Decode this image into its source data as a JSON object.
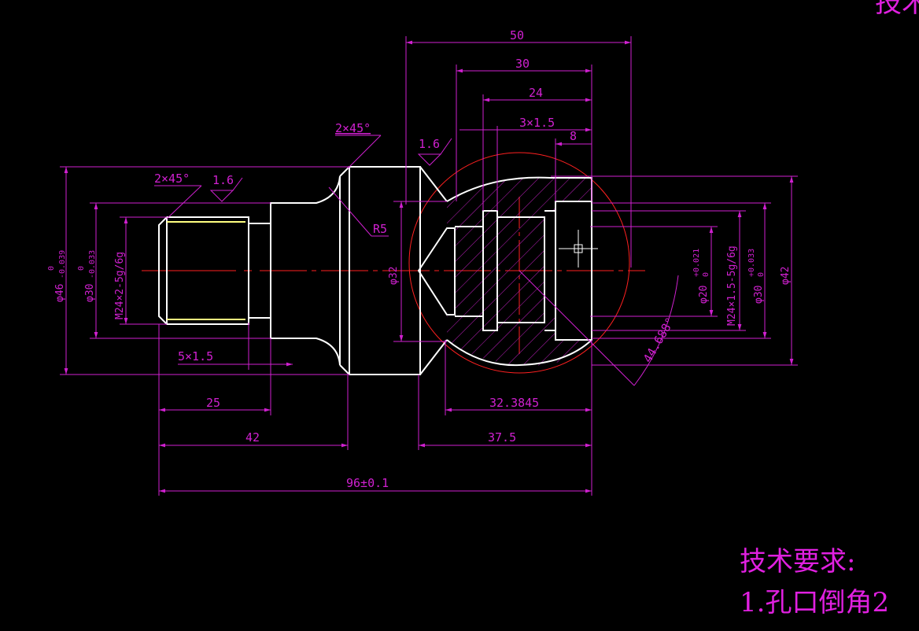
{
  "drawing": {
    "dimensions": {
      "d50": "50",
      "d30": "30",
      "d24": "24",
      "groove_right": "3×1.5",
      "d8": "8",
      "chamfer_top": "2×45°",
      "rough_top": "1.6",
      "chamfer_left": "2×45°",
      "rough_left": "1.6",
      "radius": "R5",
      "groove_left": "5×1.5",
      "d25": "25",
      "d42": "42",
      "d32_3845": "32.3845",
      "d37_5": "37.5",
      "total": "96±0.1",
      "angle": "44.688°",
      "dia46": "φ46",
      "dia46_tol_upper": "0",
      "dia46_tol_lower": "-0.039",
      "dia30_left": "φ30",
      "dia30_left_tol_upper": "0",
      "dia30_left_tol_lower": "-0.033",
      "thread_left": "M24×2-5g/6g",
      "dia32": "φ32",
      "dia20": "φ20",
      "dia20_tol_upper": "+0.021",
      "dia20_tol_lower": "0",
      "thread_right": "M24×1.5-5g/6g",
      "dia30_right": "φ30",
      "dia30_right_tol_upper": "+0.033",
      "dia30_right_tol_lower": "0",
      "dia42": "φ42"
    },
    "notes": {
      "heading": "技术要求:",
      "item1": "1.孔口倒角2"
    },
    "corner_text": "技术"
  },
  "colors": {
    "background": "#000000",
    "outline": "#ffffff",
    "dimension": "#d020d0",
    "centerline": "#ff2020",
    "thread": "#ffff80",
    "hatch": "#d020d0"
  }
}
